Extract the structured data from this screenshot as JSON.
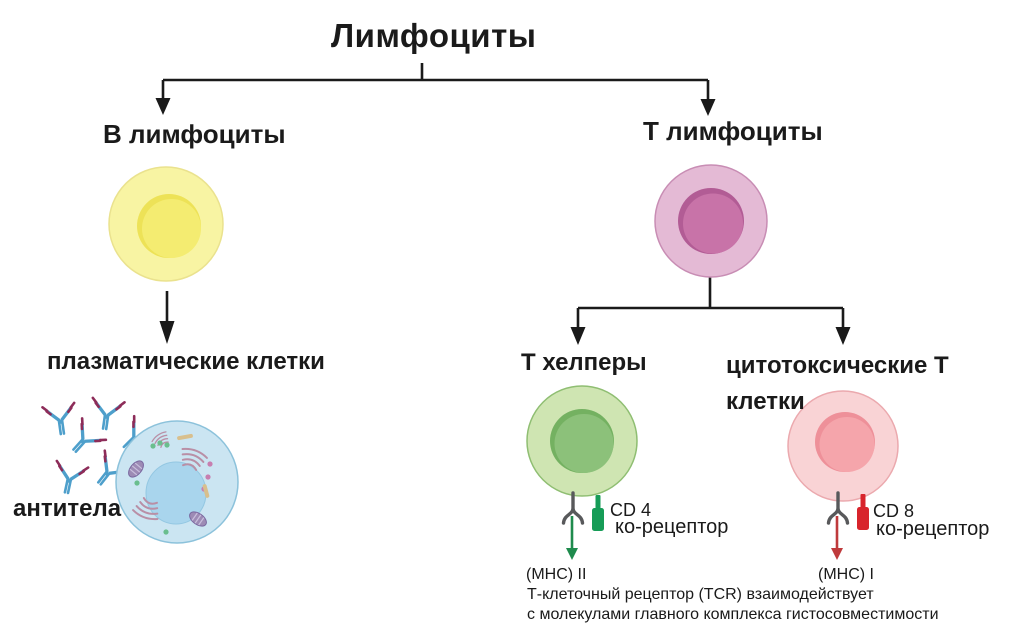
{
  "title": "Лимфоциты",
  "b_branch": {
    "label": "В лимфоциты",
    "plasma_label": "плазматические клетки",
    "antibodies_label": "антитела"
  },
  "t_branch": {
    "label": "Т лимфоциты",
    "helper": {
      "label": "Т хелперы",
      "cd": "CD 4",
      "coreceptor": "ко-рецептор",
      "mhc": "(MHC) II"
    },
    "cytotoxic": {
      "label": "цитотоксические Т клетки",
      "cd": "CD 8",
      "coreceptor": "ко-рецептор",
      "mhc": "(MHC) I"
    }
  },
  "footnote": {
    "line1": "Т-клеточный рецептор (TCR) взаимодействует",
    "line2": "с молекулами главного комплекса гистосовместимости"
  },
  "colors": {
    "line_black": "#1a1a1a",
    "b_cell": "#F8F4A3",
    "b_cell_border": "#EAE28E",
    "b_nucleus": "#F4EC71",
    "t_cell": "#E4BAD5",
    "t_cell_border": "#C88DB4",
    "t_nucleus": "#C873A8",
    "helper_cell": "#CFE5B2",
    "helper_cell_border": "#8FBE72",
    "helper_nucleus": "#8CC17A",
    "cytotoxic_cell": "#F9D3D5",
    "cytotoxic_cell_border": "#EBA9AE",
    "cytotoxic_nucleus": "#F5A5AB",
    "plasma_cell": "#CBE5F2",
    "plasma_cell_border": "#8CC2DB",
    "plasma_nucleus": "#A9D5ED",
    "antibody_blue": "#4E9FCB",
    "antibody_tip_maroon": "#8D2C59",
    "tcr_gray": "#58595B",
    "cd4_green": "#169C57",
    "cd8_red": "#D8242C",
    "mhc2_arrow_green": "#1F8B4D",
    "mhc1_arrow_red": "#BF3A3C"
  }
}
